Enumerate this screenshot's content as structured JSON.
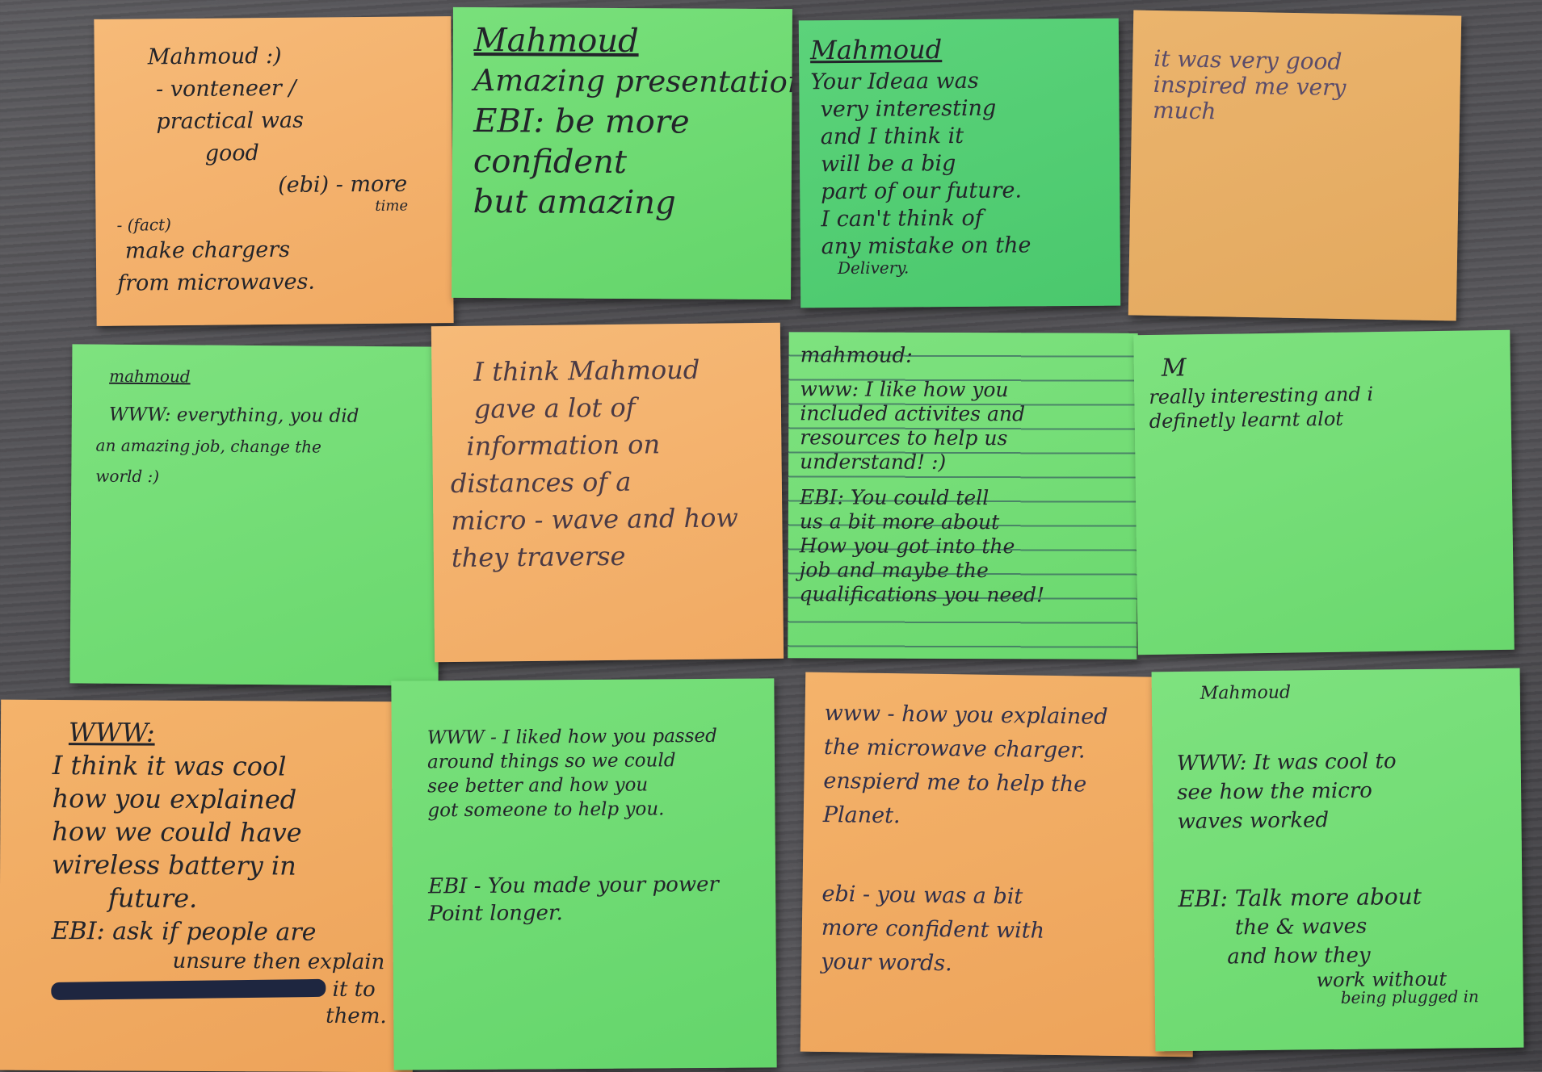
{
  "notes": [
    {
      "lines": [
        "Mahmoud :)",
        "- vonteneer /",
        "practical was",
        "good",
        "(ebi) - more",
        "time",
        "- (fact)",
        "make chargers",
        "from microwaves."
      ]
    },
    {
      "lines": [
        "Mahmoud",
        "Amazing presentation",
        "EBI: be more",
        "confident",
        "but amazing"
      ]
    },
    {
      "lines": [
        "Mahmoud",
        "Your Ideaa was",
        "very interesting",
        "and I think it",
        "will be a big",
        "part of our future.",
        "I can't think of",
        "any mistake on the",
        "Delivery."
      ]
    },
    {
      "lines": [
        "it was very good",
        "inspired me very",
        "much"
      ]
    },
    {
      "lines": [
        "mahmoud",
        "WWW: everything, you did",
        "an amazing job, change the",
        "world :)"
      ]
    },
    {
      "lines": [
        "I think Mahmoud",
        "gave a lot of",
        "information on",
        "distances of a",
        "micro - wave and how",
        "they traverse"
      ]
    },
    {
      "lines": [
        "mahmoud:",
        "www: I like how you",
        "included activites and",
        "resources to help us",
        "understand! :)",
        "EBI: You could tell",
        "us a bit more about",
        "How you got into the",
        "job and maybe the",
        "qualifications you need!"
      ]
    },
    {
      "lines": [
        "M",
        "really interesting and i",
        "definetly learnt alot"
      ]
    },
    {
      "lines": [
        "WWW:",
        "I think it was cool",
        "how you explained",
        "how we could have",
        "wireless battery in",
        "future.",
        "EBI: ask if people are",
        "unsure then explain",
        "it to",
        "them."
      ]
    },
    {
      "lines": [
        "WWW - I liked how you passed",
        "around things so we could",
        "see better and how you",
        "got someone to help you.",
        "EBI - You made your power",
        "Point longer."
      ]
    },
    {
      "lines": [
        "www - how you explained",
        "the microwave charger.",
        "enspierd me to help the",
        "Planet.",
        "ebi - you was a bit",
        "more confident with",
        "your words."
      ]
    },
    {
      "lines": [
        "Mahmoud",
        "WWW: It was cool to",
        "see how the micro",
        "waves worked",
        "EBI: Talk more about",
        "the & waves",
        "and how they",
        "work without",
        "being plugged in"
      ]
    }
  ],
  "colors": {
    "table": "#4e4d51",
    "orange_note": "#f1aa63",
    "green_note": "#6ad86e",
    "ink": "#23242a"
  }
}
